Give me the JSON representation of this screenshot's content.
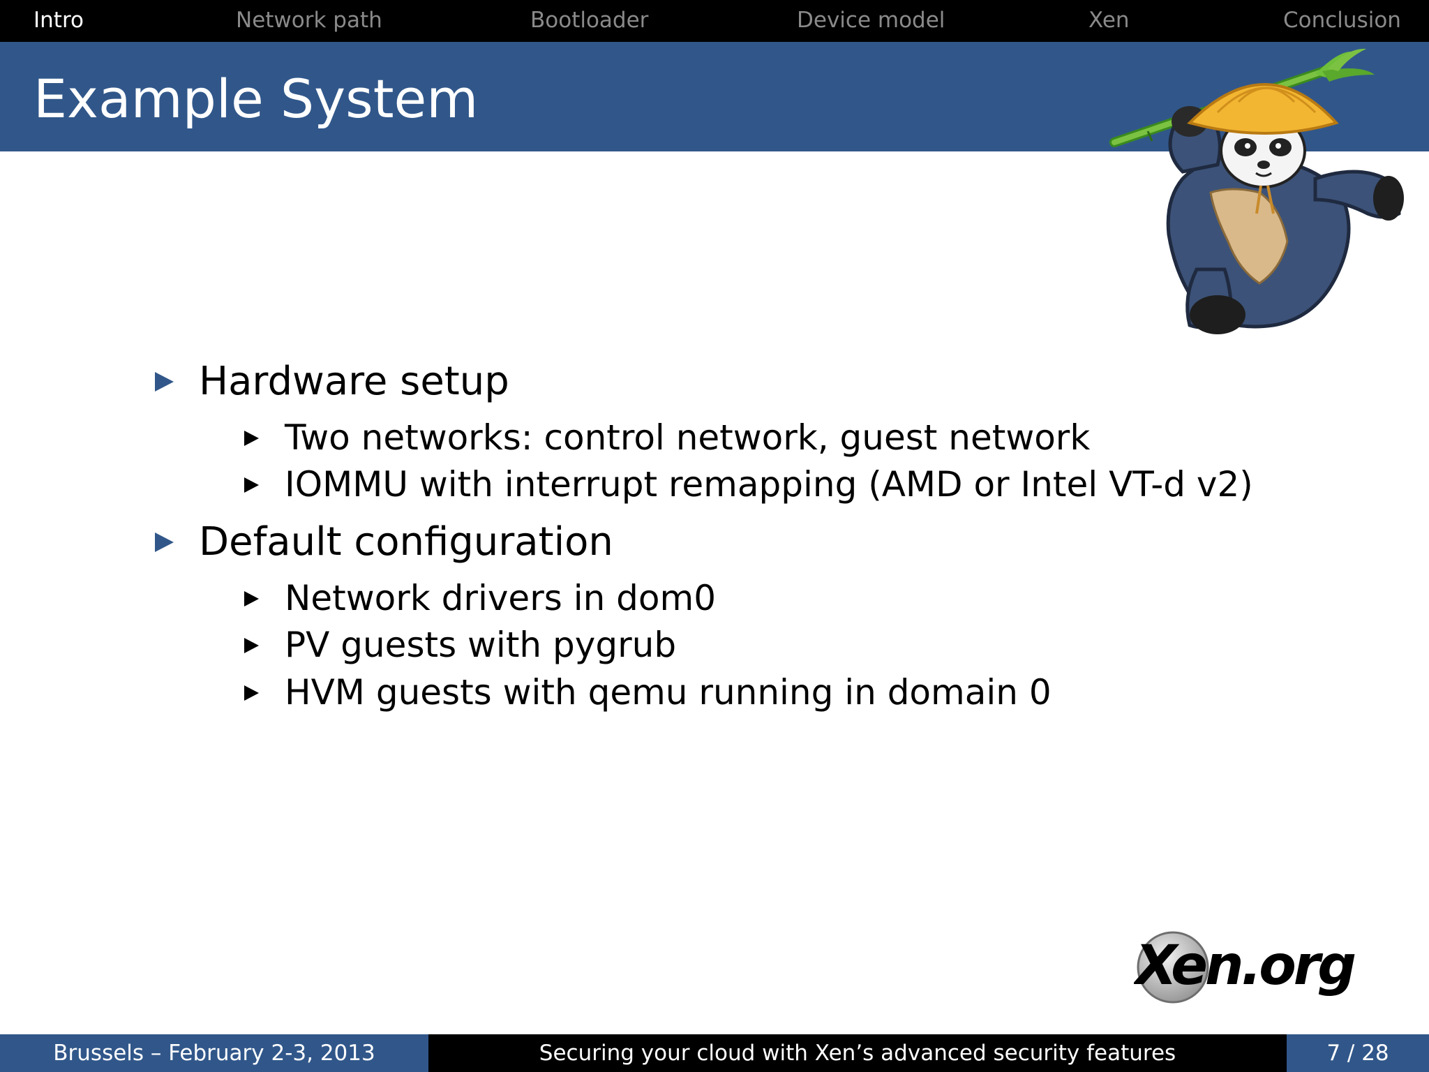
{
  "nav": {
    "items": [
      {
        "label": "Intro",
        "active": true
      },
      {
        "label": "Network path",
        "active": false
      },
      {
        "label": "Bootloader",
        "active": false
      },
      {
        "label": "Device model",
        "active": false
      },
      {
        "label": "Xen",
        "active": false
      },
      {
        "label": "Conclusion",
        "active": false
      }
    ]
  },
  "slide": {
    "title": "Example System",
    "bullets": [
      {
        "text": "Hardware setup",
        "sub": [
          "Two networks: control network, guest network",
          "IOMMU with interrupt remapping (AMD or Intel VT-d v2)"
        ]
      },
      {
        "text": "Default configuration",
        "sub": [
          "Network drivers in dom0",
          "PV guests with pygrub",
          "HVM guests with qemu running in domain 0"
        ]
      }
    ]
  },
  "logo": {
    "text": "Xen.org"
  },
  "footer": {
    "left": "Brussels – February 2-3, 2013",
    "center": "Securing your cloud with Xen’s advanced security features",
    "page": "7 / 28"
  },
  "colors": {
    "accent": "#31578a",
    "nav_bg": "#000000",
    "nav_inactive": "#8a8a8a"
  }
}
